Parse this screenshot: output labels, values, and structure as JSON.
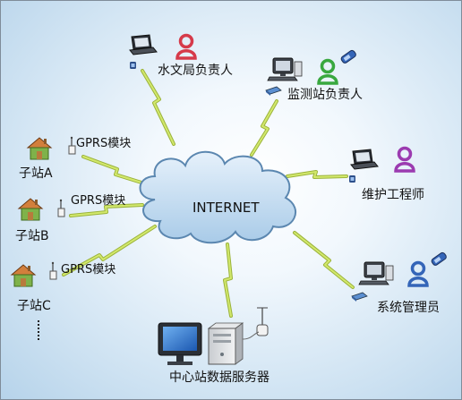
{
  "cloud_label": "INTERNET",
  "nodes": {
    "hydrology_head": "水文局负责人",
    "monitoring_head": "监测站负责人",
    "maintenance_engineer": "维护工程师",
    "system_admin": "系统管理员",
    "center_server": "中心站数据服务器"
  },
  "substations": [
    {
      "name": "子站A",
      "module": "GPRS模块"
    },
    {
      "name": "子站B",
      "module": "GPRS模块"
    },
    {
      "name": "子站C",
      "module": "GPRS模块"
    }
  ],
  "colors": {
    "link": "#c3dc55",
    "link_outline": "#9bb33a",
    "cloud": "#cbe2f4",
    "cloud_outline": "#5b87b0",
    "house": "#7fb24a",
    "roof": "#d27f3c",
    "screen": "#2a6fc9",
    "person_red": "#d63a4a",
    "person_green": "#39a83f",
    "person_purple": "#9b3bb0",
    "person_blue": "#3465b8"
  },
  "icons": [
    "laptop-icon",
    "desktop-icon",
    "person-icon",
    "phone-icon",
    "house-icon",
    "antenna-icon",
    "server-icon",
    "cloud-icon"
  ]
}
